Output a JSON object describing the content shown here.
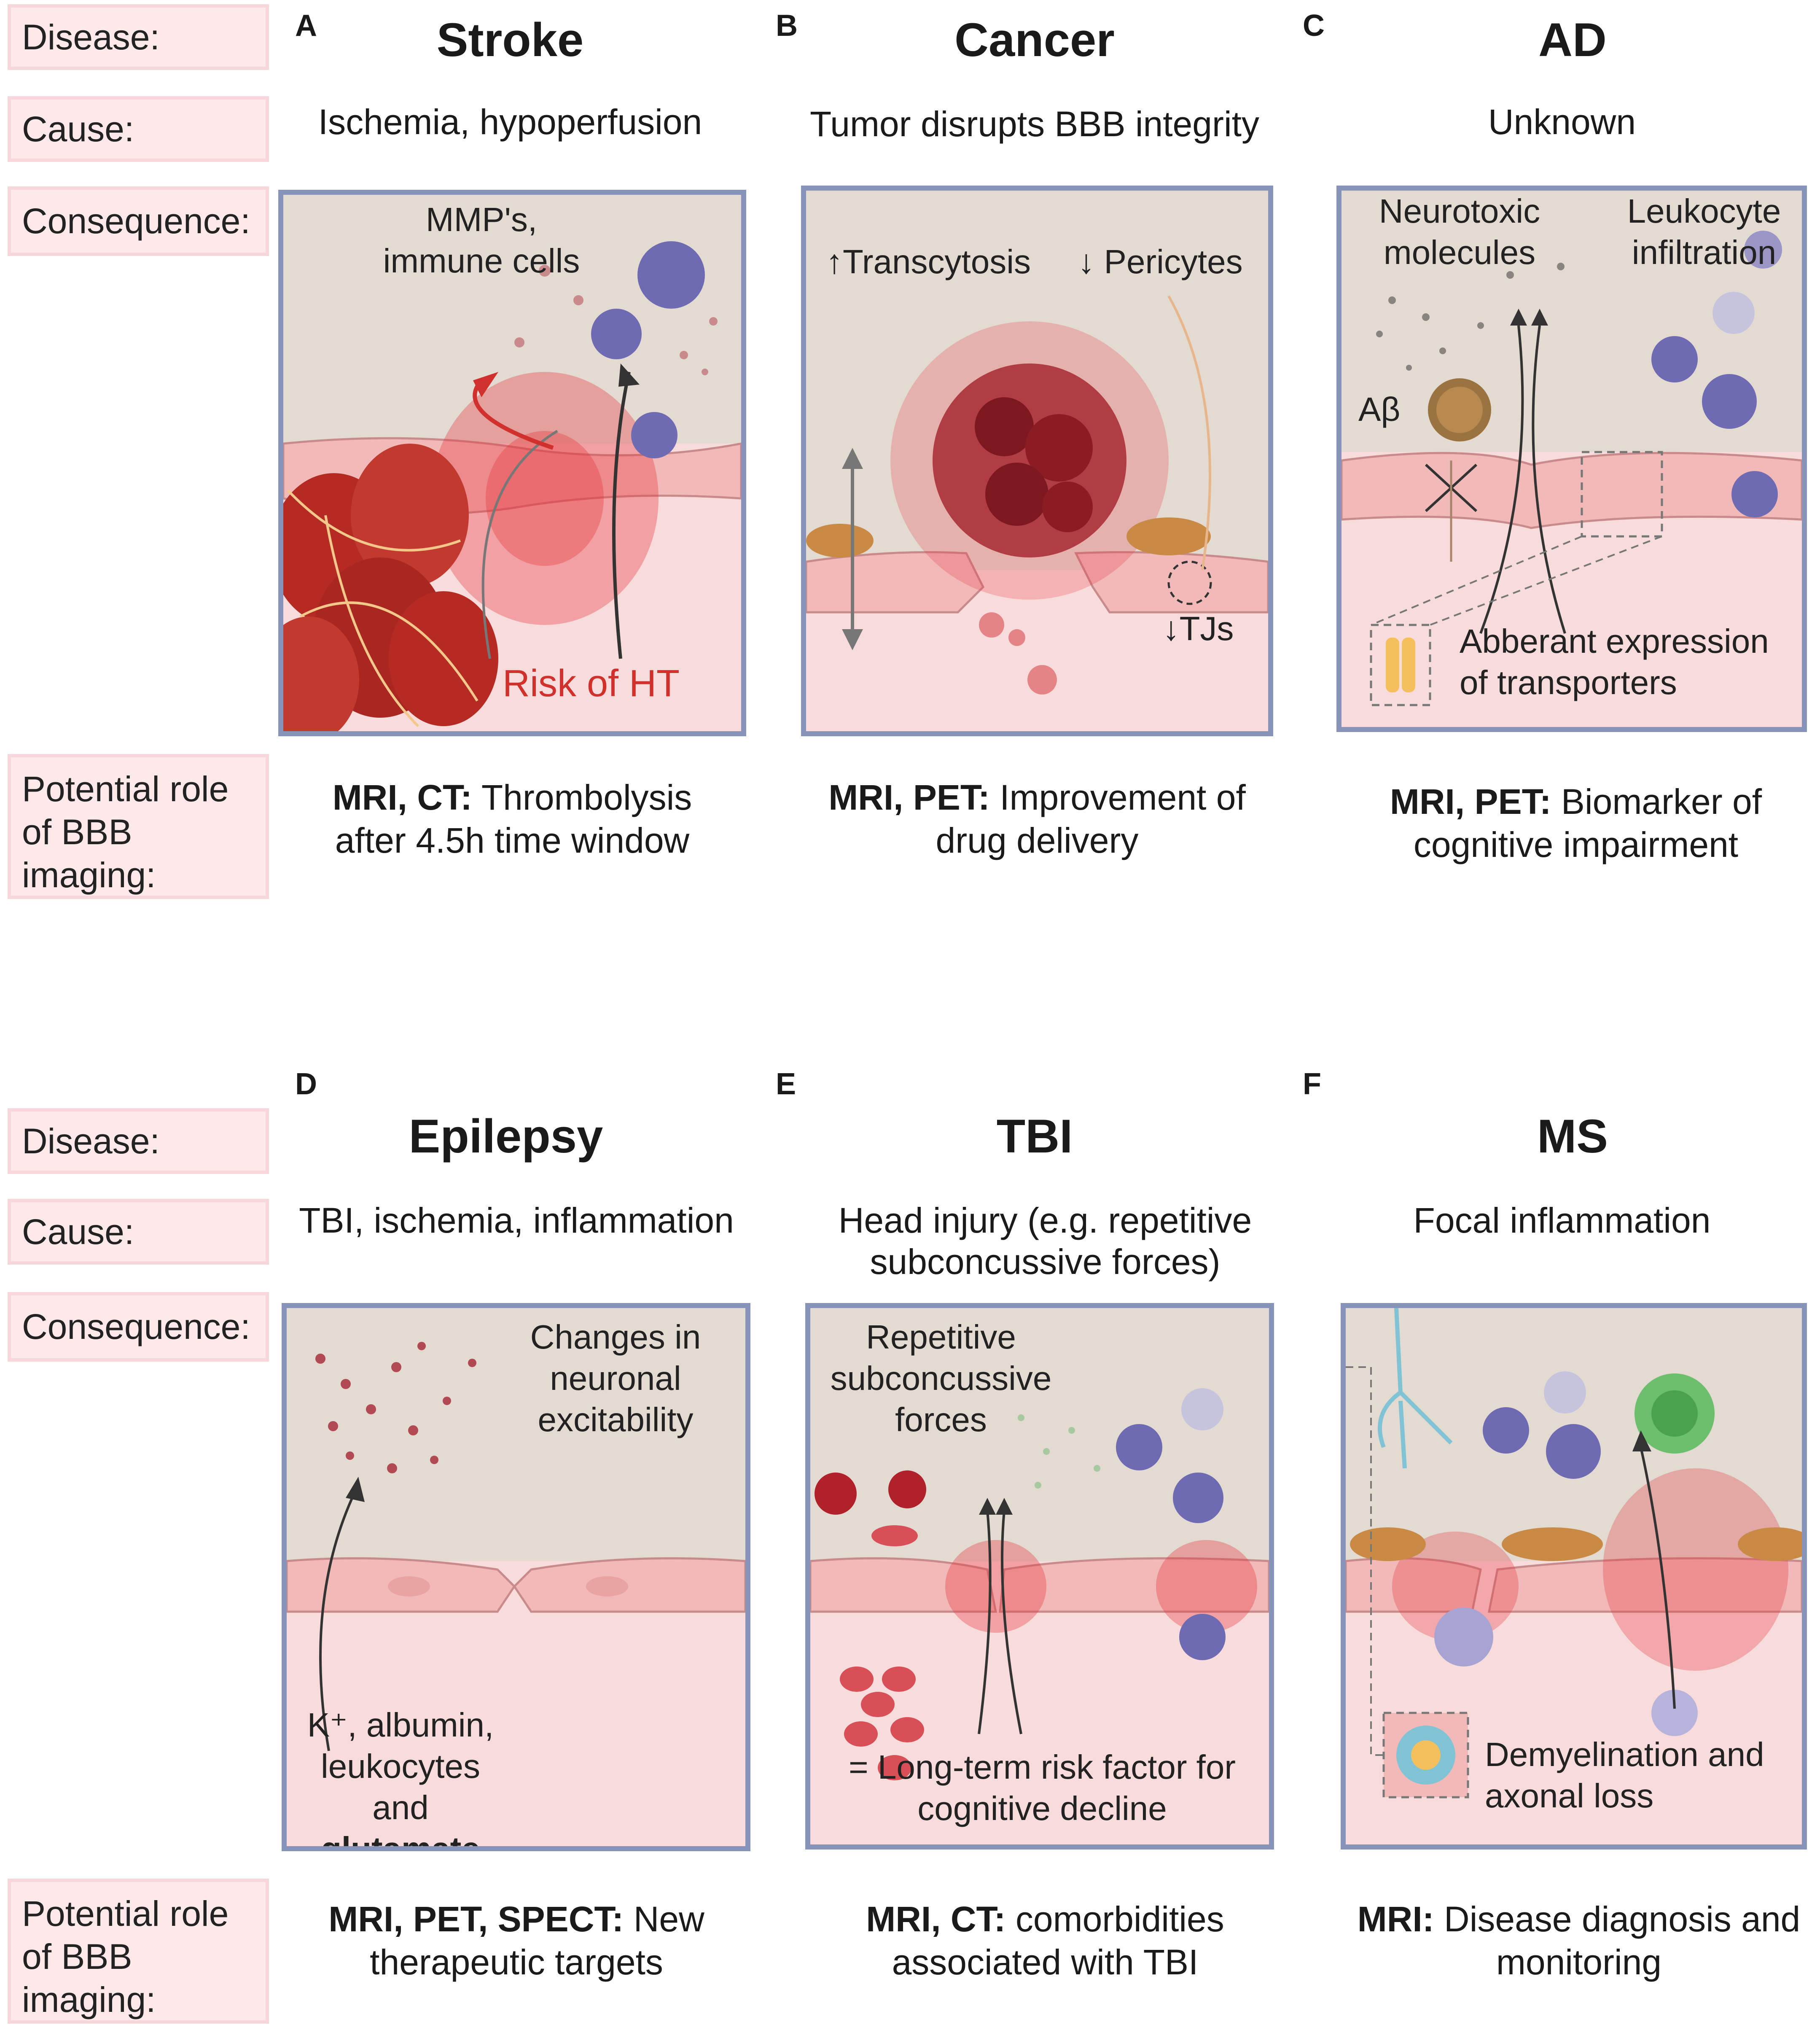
{
  "row_labels": {
    "disease": "Disease:",
    "cause": "Cause:",
    "consequence": "Consequence:",
    "role": "Potential role\nof BBB\nimaging:"
  },
  "panels": [
    {
      "letter": "A",
      "title": "Stroke",
      "cause": "Ischemia, hypoperfusion",
      "texts": [
        "MMP's,\nimmune cells",
        "Risk of HT"
      ],
      "role_bold": "MRI, CT:",
      "role_rest": " Thrombolysis",
      "role_line2": "after 4.5h time window"
    },
    {
      "letter": "B",
      "title": "Cancer",
      "cause": "Tumor disrupts BBB integrity",
      "texts": [
        "↑Transcytosis",
        "↓ Pericytes",
        "↓TJs"
      ],
      "role_bold": "MRI, PET:",
      "role_rest": " Improvement of",
      "role_line2": "drug delivery"
    },
    {
      "letter": "C",
      "title": "AD",
      "cause": "Unknown",
      "texts": [
        "Neurotoxic\nmolecules",
        "Leukocyte\ninfiltration",
        "Aβ",
        "Abberant expression\nof transporters"
      ],
      "role_bold": "MRI, PET:",
      "role_rest": " Biomarker of",
      "role_line2": "cognitive impairment"
    },
    {
      "letter": "D",
      "title": "Epilepsy",
      "cause": "TBI, ischemia, inflammation",
      "texts": [
        "Changes in\nneuronal\nexcitability",
        "K⁺, albumin,\nleukocytes\nand ",
        "glutamate"
      ],
      "role_bold": "MRI, PET, SPECT:",
      "role_rest": " New",
      "role_line2": "therapeutic targets"
    },
    {
      "letter": "E",
      "title": "TBI",
      "cause": "Head injury (e.g. repetitive\nsubconcussive forces)",
      "texts": [
        "Repetitive\nsubconcussive\nforces",
        "= Long-term risk factor for\ncognitive decline"
      ],
      "role_bold": "MRI, CT:",
      "role_rest": " comorbidities",
      "role_line2": "associated with TBI"
    },
    {
      "letter": "F",
      "title": "MS",
      "cause": "Focal inflammation",
      "texts": [
        "Demyelination and\naxonal loss"
      ],
      "role_bold": "MRI:",
      "role_rest": " Disease diagnosis and",
      "role_line2": "monitoring"
    }
  ],
  "colors": {
    "panel_border": "#8793b8",
    "brain_bg": "#e3dbd2",
    "blood_bg": "#f8dcdc",
    "endothelium": "#f1b9b8",
    "red_text": "#d0312d",
    "immune_cell": "#6f6bb2",
    "label_box": "#fde9ea"
  },
  "icons": [
    "immune-cell-icon",
    "red-blood-cell-icon",
    "tumor-icon",
    "pericyte-icon",
    "amyloid-icon",
    "transporter-icon",
    "neuron-icon",
    "myelinated-axon-icon"
  ]
}
